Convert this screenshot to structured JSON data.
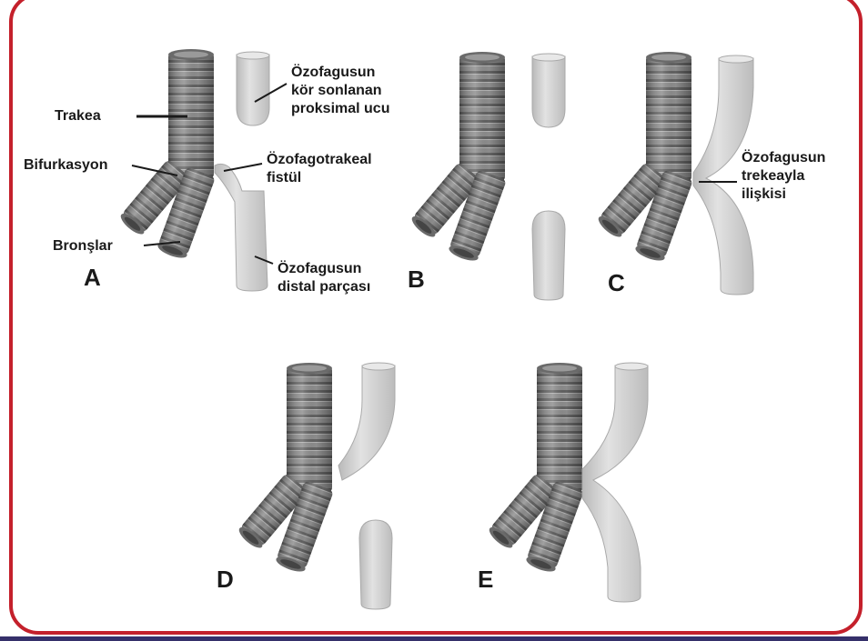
{
  "colors": {
    "frame": "#c4202b",
    "bottom_band": "#35306a",
    "trachea": "#8a8a8a",
    "trachea_ring": "#5e5e5e",
    "esophagus": "#cfcfcf",
    "esophagus_edge": "#a9a9a9",
    "text": "#1a1a1a"
  },
  "panels": {
    "a": {
      "letter": "A",
      "labels": {
        "trakea": "Trakea",
        "bifurkasyon": "Bifurkasyon",
        "bronslar": "Bronşlar",
        "proximal_1": "Özofagusun",
        "proximal_2": "kör sonlanan",
        "proximal_3": "proksimal ucu",
        "fistula_1": "Özofagotrakeal",
        "fistula_2": "fistül",
        "distal_1": "Özofagusun",
        "distal_2": "distal parçası"
      }
    },
    "b": {
      "letter": "B"
    },
    "c": {
      "letter": "C",
      "labels": {
        "relation_1": "Özofagusun",
        "relation_2": "trekeayla",
        "relation_3": "ilişkisi"
      }
    },
    "d": {
      "letter": "D"
    },
    "e": {
      "letter": "E"
    }
  }
}
